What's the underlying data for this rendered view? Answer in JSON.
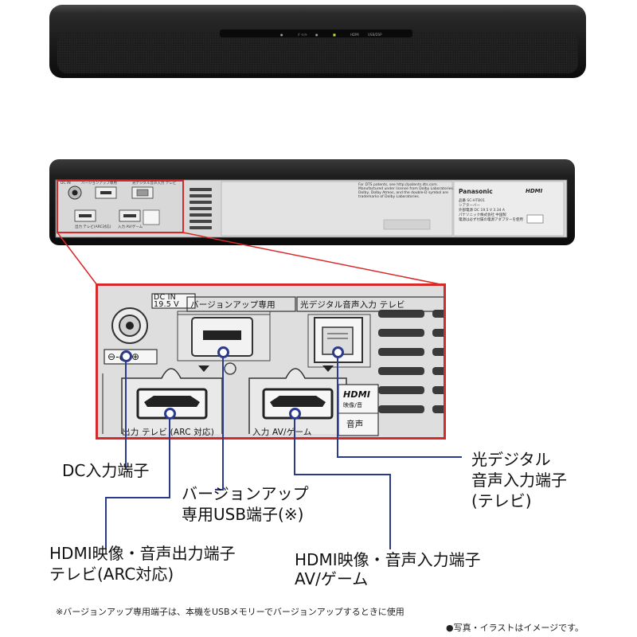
{
  "front_indicators": [
    "●",
    "ﾀﾞｲﾚｸﾄ",
    "●",
    "■",
    "HDMI",
    "USB/DSP"
  ],
  "back_panel": {
    "port_labels": [
      "DC IN",
      "バージョンアップ専用",
      "光デジタル音声入力 テレビ",
      "出力 テレビ(ARC対応)",
      "入力 AV/ゲーム"
    ],
    "license_text": [
      "For DTS patents, see http://patents.dts.com.",
      "Manufactured under license from Dolby Laboratories.",
      "Dolby, Dolby Atmos, and the double-D symbol are",
      "trademarks of Dolby Laboratories."
    ],
    "brand": "Panasonic",
    "hdmi_logo": "HDMI",
    "spec_lines": [
      "品番 SC-HTB01",
      "シアターバー",
      "外部電源 DC 19.5 V 3.34 A",
      "パナソニック株式会社 中国製",
      "電源は必ず付属の電源アダプターを使用"
    ]
  },
  "zoom_panel": {
    "dc_in": "DC IN",
    "dc_voltage": "19.5 V",
    "usb_label": "バージョンアップ専用",
    "optical_label": "光デジタル音声入力 テレビ",
    "hdmi_out_label": "出力 テレビ (ARC 対応)",
    "hdmi_in_label": "入力 AV/ゲーム",
    "hdmi_logo": "HDMI",
    "hdmi_sub": "映像/音",
    "hdmi_audio": "音声",
    "polarity": "⊖-◐-⊕"
  },
  "callouts": {
    "dc": "DC入力端子",
    "usb_line1": "バージョンアップ",
    "usb_line2": "専用USB端子(※)",
    "optical_line1": "光デジタル",
    "optical_line2": "音声入力端子",
    "optical_line3": "(テレビ)",
    "hdmi_out_line1": "HDMI映像・音声出力端子",
    "hdmi_out_line2": "テレビ(ARC対応)",
    "hdmi_in_line1": "HDMI映像・音声入力端子",
    "hdmi_in_line2": "AV/ゲーム"
  },
  "footnote": "※バージョンアップ専用端子は、本機をUSBメモリーでバージョンアップするときに使用",
  "image_note": "●写真・イラストはイメージです。",
  "colors": {
    "highlight": "#d62a2a",
    "leader": "#2b3a8c",
    "device": "#1c1c1c"
  }
}
